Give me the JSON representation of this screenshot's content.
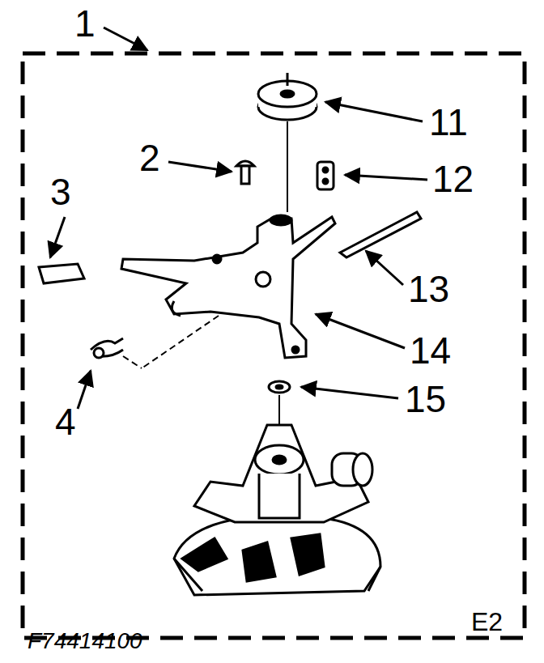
{
  "diagram": {
    "labels": [
      "1",
      "11",
      "2",
      "12",
      "3",
      "13",
      "14",
      "4",
      "15",
      "E2",
      "F74414100"
    ]
  }
}
